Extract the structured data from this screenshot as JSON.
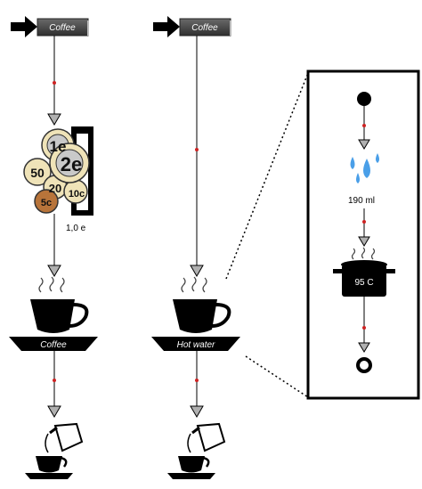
{
  "flows": [
    {
      "start_label": "Coffee",
      "price_label": "1,0 e",
      "coins": [
        "1e",
        "2e",
        "50",
        "20",
        "10c",
        "5c"
      ],
      "saucer_label": "Coffee"
    },
    {
      "start_label": "Coffee",
      "saucer_label": "Hot water"
    }
  ],
  "detail": {
    "volume_label": "190 ml",
    "temperature_label": "95 C"
  },
  "colors": {
    "line": "#000000",
    "dot": "#cc2222",
    "water": "#4a9fe8",
    "coin_fill": "#efe3b8",
    "coin_copper": "#b8743a",
    "label_bg": "#4a4a4a"
  }
}
